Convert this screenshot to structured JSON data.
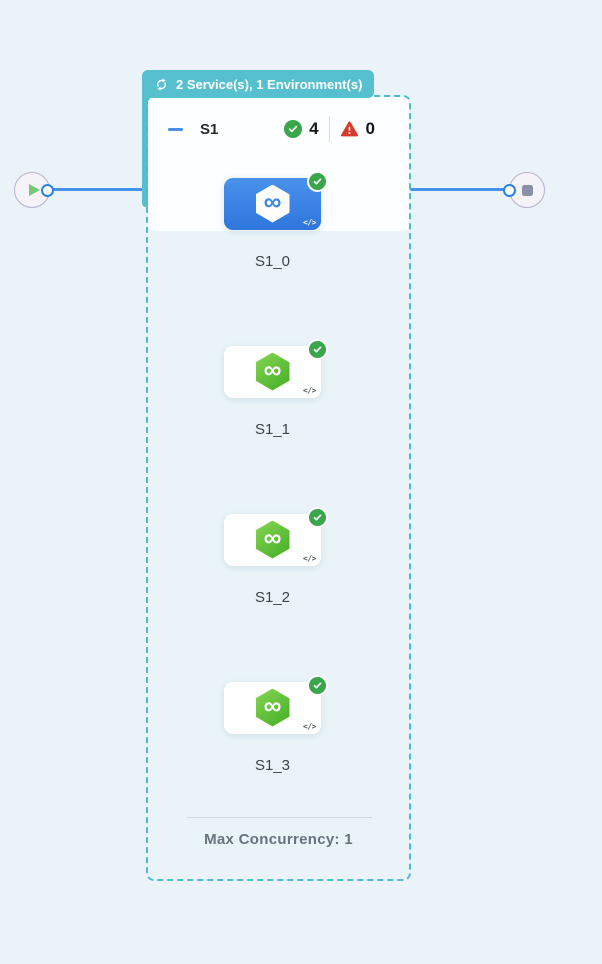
{
  "badge": {
    "label": "2 Service(s), 1 Environment(s)"
  },
  "stage": {
    "name": "S1",
    "success_count": "4",
    "error_count": "0",
    "footer_label": "Max Concurrency: 1",
    "nodes": [
      {
        "label": "S1_0"
      },
      {
        "label": "S1_1"
      },
      {
        "label": "S1_2"
      },
      {
        "label": "S1_3"
      }
    ]
  },
  "glyphs": {
    "infinity": "∞",
    "code": "</>"
  },
  "colors": {
    "background": "#eaf4f8",
    "teal_accent": "#56c0cf",
    "dashed_border": "#4cbccd",
    "edge_blue": "#4691e9",
    "selected_node_blue": "#3b84e4",
    "service_green": "#5ec236",
    "success_green": "#3aa64b",
    "error_red": "#d9392a"
  }
}
